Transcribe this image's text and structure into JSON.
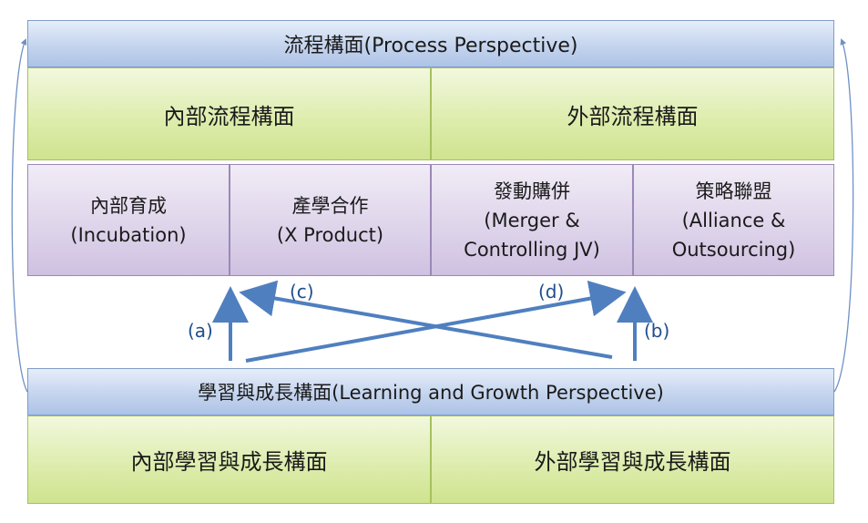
{
  "process": {
    "title": "流程構面(Process Perspective)",
    "internal": "內部流程構面",
    "external": "外部流程構面",
    "cells": [
      {
        "line1": "內部育成",
        "line2": "(Incubation)",
        "line3": ""
      },
      {
        "line1": "產學合作",
        "line2": "(X Product)",
        "line3": ""
      },
      {
        "line1": "發動購併",
        "line2": "(Merger &",
        "line3": "Controlling JV)"
      },
      {
        "line1": "策略聯盟",
        "line2": "(Alliance &",
        "line3": "Outsourcing)"
      }
    ]
  },
  "learning": {
    "title": "學習與成長構面(Learning and Growth Perspective)",
    "internal": "內部學習與成長構面",
    "external": "外部學習與成長構面"
  },
  "arrows": {
    "a": "(a)",
    "b": "(b)",
    "c": "(c)",
    "d": "(d)"
  },
  "colors": {
    "arrow": "#4f7fbf",
    "header": "#c4d4ee",
    "green": "#dcecaa",
    "purple": "#ddd3ea"
  }
}
